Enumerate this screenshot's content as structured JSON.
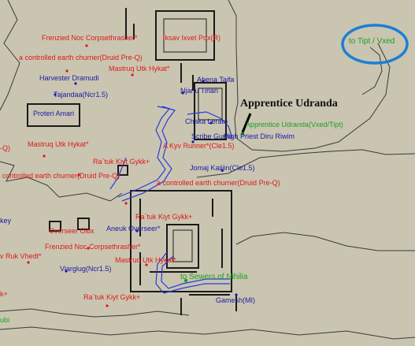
{
  "map": {
    "callout": "Apprentice Udranda",
    "zone_exits": [
      {
        "label": "to Tipt / Vxed",
        "color": "#1ea01e"
      },
      {
        "label": "to Sewers of Nihilia",
        "color": "#1ea01e"
      }
    ],
    "highlight_color": "#1a7fd6",
    "labels": {
      "red": [
        "Frenzied Noc Corpsethrasher*",
        "Iksav Ixvet Pox(R)",
        "a controlled earth churner(Druid Pre-Q)",
        "Mastruq Utk Hykat*",
        "-Q)",
        "Mastruq Utk Hykat*",
        "A Kyv Runner*(Cle1.5)",
        "Ra`tuk Kiyt Gykk+",
        "controlled earth churner(Druid Pre-Q)",
        "a controlled earth churner(Druid Pre-Q)",
        "Ra`tuk Kiyt Gykk+",
        "Overseer Oltix",
        "Frenzied Noc Corpsethrasher*",
        "v Ruk Vhedt*",
        "Mastruq Utk Hykat*",
        "k+",
        "Ra`tuk Kiyt Gykk+"
      ],
      "blue": [
        "Harvester Dramudi",
        "Tajandaa(Ncr1.5)",
        "Proteri Amari",
        "Abena Taifa",
        "Njanu Tinan",
        "Chaka Lerato",
        "Scribe Gurru",
        "High Priest Diru Riwim",
        "Jomaj Kaiijin(Cle1.5)",
        "Aneuk Overseer*",
        "key",
        "Viarglug(Ncr1.5)",
        "Gamesh(MI)"
      ],
      "green": [
        "Apprentice Udranda(Vxed/Tipt)",
        "ubi"
      ]
    }
  }
}
